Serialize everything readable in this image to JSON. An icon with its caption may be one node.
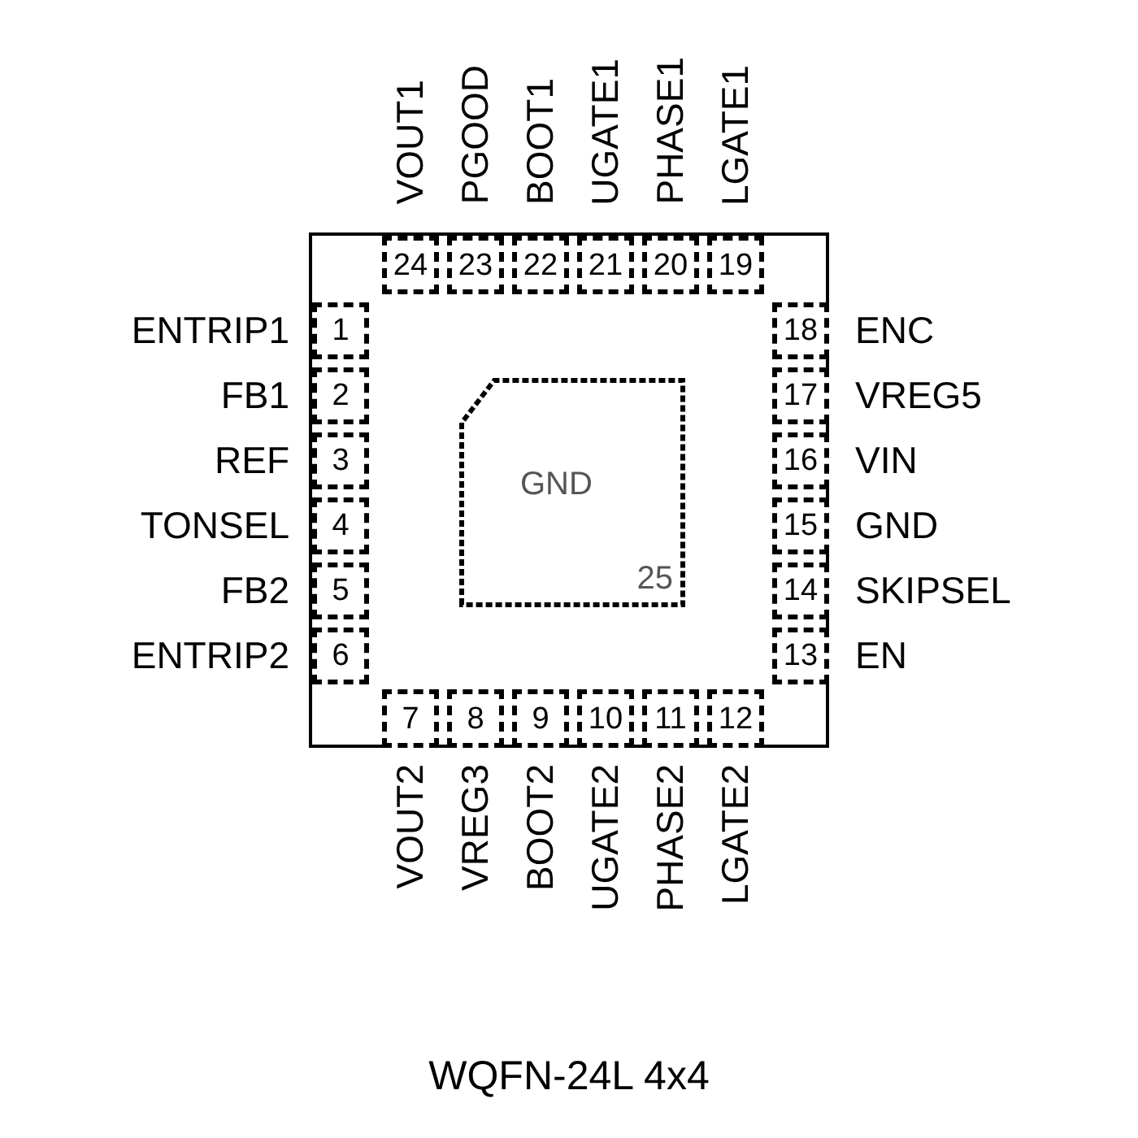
{
  "diagram": {
    "caption": "WQFN-24L 4x4",
    "nodes": [
      {
        "text": [],
        "shape": "box"
      },
      {
        "text": [
          "1"
        ],
        "beside": [
          "ENTRIP1"
        ],
        "in": 0
      },
      {
        "text": [
          "2"
        ],
        "beside": [
          "FB1"
        ],
        "in": 0
      },
      {
        "text": [
          "3"
        ],
        "beside": [
          "REF"
        ],
        "in": 0
      },
      {
        "text": [
          "4"
        ],
        "beside": [
          "TONSEL"
        ],
        "in": 0
      },
      {
        "text": [
          "5"
        ],
        "beside": [
          "FB2"
        ],
        "in": 0
      },
      {
        "text": [
          "6"
        ],
        "beside": [
          "ENTRIP2"
        ],
        "in": 0
      },
      {
        "text": [
          "7"
        ],
        "beside": [
          "VOUT2"
        ],
        "in": 0
      },
      {
        "text": [
          "8"
        ],
        "beside": [
          "VREG3"
        ],
        "in": 0
      },
      {
        "text": [
          "9"
        ],
        "beside": [
          "BOOT2"
        ],
        "in": 0
      },
      {
        "text": [
          "10"
        ],
        "beside": [
          "UGATE2"
        ],
        "in": 0
      },
      {
        "text": [
          "11"
        ],
        "beside": [
          "PHASE2"
        ],
        "in": 0
      },
      {
        "text": [
          "12"
        ],
        "beside": [
          "LGATE2"
        ],
        "in": 0
      },
      {
        "text": [
          "13"
        ],
        "beside": [
          "EN"
        ],
        "in": 0
      },
      {
        "text": [
          "14"
        ],
        "beside": [
          "SKIPSEL"
        ],
        "in": 0
      },
      {
        "text": [
          "15"
        ],
        "beside": [
          "GND"
        ],
        "in": 0
      },
      {
        "text": [
          "16"
        ],
        "beside": [
          "VIN"
        ],
        "in": 0
      },
      {
        "text": [
          "17"
        ],
        "beside": [
          "VREG5"
        ],
        "in": 0
      },
      {
        "text": [
          "18"
        ],
        "beside": [
          "ENC"
        ],
        "in": 0
      },
      {
        "text": [
          "19"
        ],
        "beside": [
          "LGATE1"
        ],
        "in": 0
      },
      {
        "text": [
          "20"
        ],
        "beside": [
          "PHASE1"
        ],
        "in": 0
      },
      {
        "text": [
          "21"
        ],
        "beside": [
          "UGATE1"
        ],
        "in": 0
      },
      {
        "text": [
          "22"
        ],
        "beside": [
          "BOOT1"
        ],
        "in": 0
      },
      {
        "text": [
          "23"
        ],
        "beside": [
          "PGOOD"
        ],
        "in": 0
      },
      {
        "text": [
          "24"
        ],
        "beside": [
          "VOUT1"
        ],
        "in": 0
      },
      {
        "text": [
          "GND",
          "25"
        ],
        "in": 0
      }
    ]
  }
}
